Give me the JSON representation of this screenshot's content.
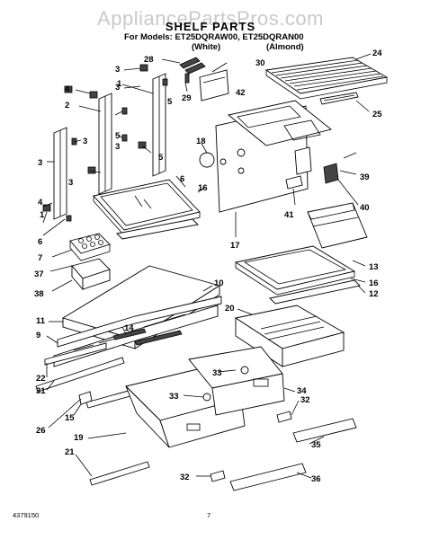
{
  "watermark": "AppliancePartsPros.com",
  "title": "SHELF PARTS",
  "models": "For Models: ET25DQRAW00, ET25DQRAN00",
  "color_white": "(White)",
  "color_almond": "(Almond)",
  "doc_number": "4379150",
  "page_number": "7",
  "callouts": [
    {
      "id": "c28",
      "label": "28"
    },
    {
      "id": "c30",
      "label": "30"
    },
    {
      "id": "c24",
      "label": "24"
    },
    {
      "id": "c3a",
      "label": "3"
    },
    {
      "id": "c3b",
      "label": "3"
    },
    {
      "id": "c1a",
      "label": "1"
    },
    {
      "id": "c29",
      "label": "29"
    },
    {
      "id": "c5a",
      "label": "5"
    },
    {
      "id": "c42",
      "label": "42"
    },
    {
      "id": "c4a",
      "label": "4"
    },
    {
      "id": "c2",
      "label": "2"
    },
    {
      "id": "c25",
      "label": "25"
    },
    {
      "id": "c5b",
      "label": "5"
    },
    {
      "id": "c3c",
      "label": "3"
    },
    {
      "id": "c18",
      "label": "18"
    },
    {
      "id": "c3d",
      "label": "3"
    },
    {
      "id": "c5c",
      "label": "5"
    },
    {
      "id": "c3e",
      "label": "3"
    },
    {
      "id": "c3f",
      "label": "3"
    },
    {
      "id": "c6a",
      "label": "6"
    },
    {
      "id": "c16a",
      "label": "16"
    },
    {
      "id": "c39",
      "label": "39"
    },
    {
      "id": "c4b",
      "label": "4"
    },
    {
      "id": "c1b",
      "label": "1"
    },
    {
      "id": "c41",
      "label": "41"
    },
    {
      "id": "c40",
      "label": "40"
    },
    {
      "id": "c6b",
      "label": "6"
    },
    {
      "id": "c17",
      "label": "17"
    },
    {
      "id": "c7",
      "label": "7"
    },
    {
      "id": "c37",
      "label": "37"
    },
    {
      "id": "c13",
      "label": "13"
    },
    {
      "id": "c16b",
      "label": "16"
    },
    {
      "id": "c38",
      "label": "38"
    },
    {
      "id": "c12",
      "label": "12"
    },
    {
      "id": "c10",
      "label": "10"
    },
    {
      "id": "c11",
      "label": "11"
    },
    {
      "id": "c14",
      "label": "14"
    },
    {
      "id": "c20",
      "label": "20"
    },
    {
      "id": "c9",
      "label": "9"
    },
    {
      "id": "c33a",
      "label": "33"
    },
    {
      "id": "c22",
      "label": "22"
    },
    {
      "id": "c31",
      "label": "31"
    },
    {
      "id": "c33b",
      "label": "33"
    },
    {
      "id": "c34",
      "label": "34"
    },
    {
      "id": "c32a",
      "label": "32"
    },
    {
      "id": "c15",
      "label": "15"
    },
    {
      "id": "c26",
      "label": "26"
    },
    {
      "id": "c35",
      "label": "35"
    },
    {
      "id": "c19",
      "label": "19"
    },
    {
      "id": "c21",
      "label": "21"
    },
    {
      "id": "c32b",
      "label": "32"
    },
    {
      "id": "c36",
      "label": "36"
    }
  ]
}
